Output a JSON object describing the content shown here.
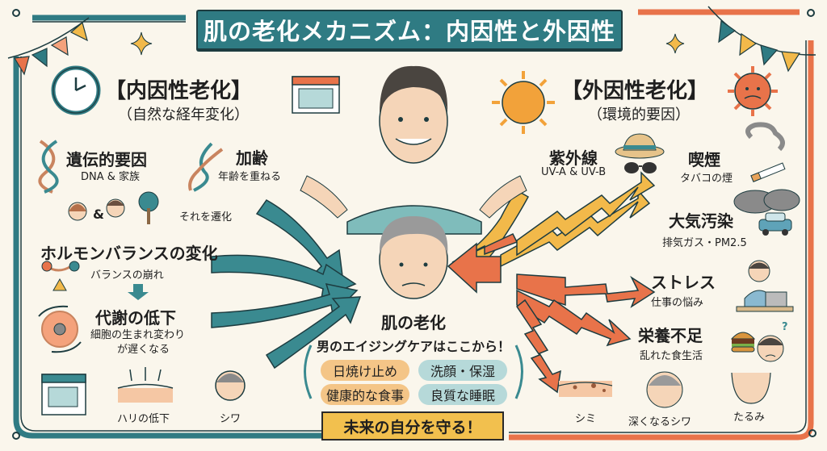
{
  "title": "肌の老化メカニズム：内因性と外因性",
  "colors": {
    "teal": "#2f7b83",
    "orange": "#e8734a",
    "yellow": "#f2b94a",
    "background": "#faf6ec"
  },
  "intrinsic": {
    "heading": "【内因性老化】",
    "subheading": "（自然な経年変化）",
    "factors": [
      {
        "title": "遺伝的要因",
        "subtitle": "DNA & 家族"
      },
      {
        "title": "加齢",
        "subtitle": "年齢を重ねる"
      },
      {
        "title": "ホルモンバランスの変化",
        "subtitle": "バランスの崩れ"
      },
      {
        "title": "代謝の低下",
        "subtitle": "細胞の生まれ変わり",
        "subtitle2": "が遅くなる"
      }
    ],
    "note": "それを遷化",
    "family_ampersand": "&",
    "results": [
      {
        "label": "ハリの低下"
      },
      {
        "label": "シワ"
      }
    ]
  },
  "extrinsic": {
    "heading": "【外因性老化】",
    "subheading": "（環境的要因）",
    "factors": [
      {
        "title": "紫外線",
        "subtitle": "UV-A & UV-B"
      },
      {
        "title": "喫煙",
        "subtitle": "タバコの煙"
      },
      {
        "title": "大気汚染",
        "subtitle": "排気ガス・PM2.5"
      },
      {
        "title": "ストレス",
        "subtitle": "仕事の悩み"
      },
      {
        "title": "栄養不足",
        "subtitle": "乱れた食生活"
      }
    ],
    "results": [
      {
        "label": "シミ"
      },
      {
        "label": "深くなるシワ"
      },
      {
        "label": "たるみ"
      }
    ]
  },
  "center": {
    "label": "肌の老化",
    "tagline": "男のエイジングケアはここから！",
    "tips": [
      "日焼け止め",
      "洗顔・保湿",
      "健康的な食事",
      "良質な睡眠"
    ],
    "cta": "未来の自分を守る！"
  },
  "icons": {
    "clock": "clock-icon",
    "calendar": "calendar-icon",
    "dna": "dna-icon",
    "sun": "sun-icon",
    "angry_sun": "angry-sun-icon",
    "hat": "straw-hat-icon",
    "sunglasses": "sunglasses-icon",
    "cigarette": "cigarette-icon",
    "smog": "smog-icon",
    "car": "car-icon",
    "stressed_man": "stressed-man-icon",
    "burger": "burger-icon",
    "balance": "balance-scale-icon",
    "cell": "cell-cycle-icon",
    "sparkle": "sparkle-icon",
    "bunting": "bunting-icon"
  },
  "misc": {
    "question_mark": "?"
  }
}
